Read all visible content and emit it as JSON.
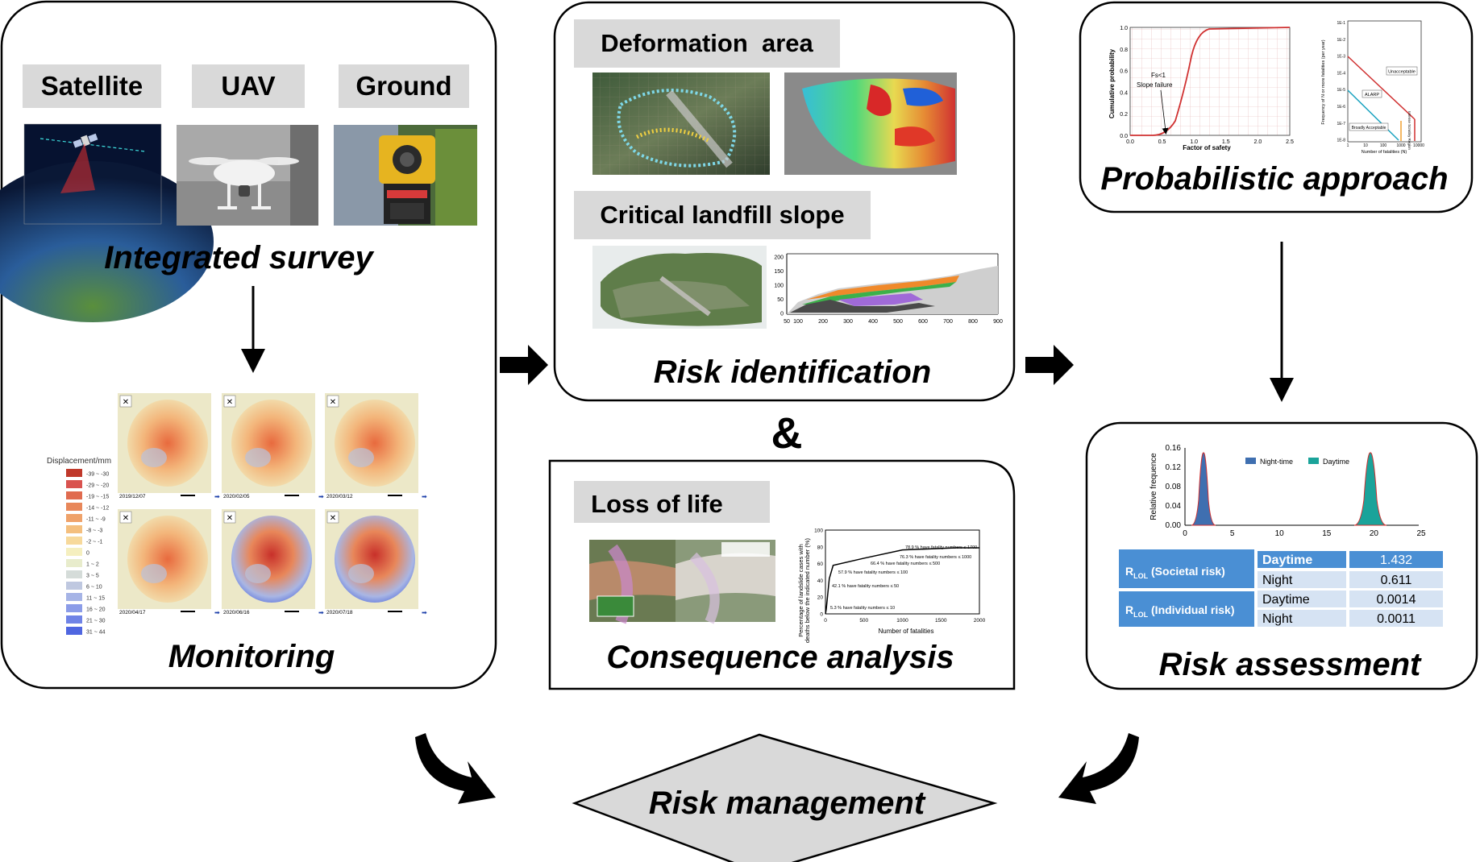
{
  "panels": {
    "integrated_survey": {
      "source_labels": [
        "Satellite",
        "UAV",
        "Ground"
      ],
      "title": "Integrated survey"
    },
    "monitoring": {
      "title": "Monitoring",
      "legend_title": "Displacement/mm",
      "legend_items": [
        "-39 ~ -30",
        "-29 ~ -20",
        "-19 ~ -15",
        "-14 ~ -12",
        "-11 ~ -9",
        "-8 ~ -3",
        "-2 ~ -1",
        "0",
        "1 ~ 2",
        "3 ~ 5",
        "6 ~ 10",
        "11 ~ 15",
        "16 ~ 20",
        "21 ~ 30",
        "31 ~ 44"
      ],
      "legend_colors": [
        "#c0392b",
        "#d9534f",
        "#e06b4f",
        "#e8875a",
        "#efa26a",
        "#f4bf7e",
        "#f7d99b",
        "#f5efbf",
        "#e8eccc",
        "#d5dcd9",
        "#bfc8e0",
        "#a6b4e6",
        "#8b9ce8",
        "#6f83e6",
        "#4f66e0"
      ],
      "map_dates": [
        "2019/12/07",
        "2020/02/05",
        "2020/03/12",
        "2020/04/17",
        "2020/06/16",
        "2020/07/18"
      ]
    },
    "risk_identification": {
      "title": "Risk identification",
      "deformation_label": "Deformation  area",
      "slope_label": "Critical landfill slope",
      "profile_y_ticks": [
        "200",
        "150",
        "100",
        "50",
        "0"
      ],
      "profile_x_ticks": [
        "50",
        "100",
        "200",
        "300",
        "400",
        "500",
        "600",
        "700",
        "800",
        "900"
      ]
    },
    "consequence": {
      "title": "Consequence analysis",
      "loss_label": "Loss of life",
      "chart_ylabel_line1": "Percentage of landslide cases with",
      "chart_ylabel_line2": "deaths below the indicated number (%)",
      "chart_xlabel": "Number of fatalities",
      "chart_y_ticks": [
        "100",
        "80",
        "60",
        "40",
        "20",
        "0"
      ],
      "chart_x_ticks": [
        "0",
        "500",
        "1000",
        "1500",
        "2000"
      ],
      "annotations": [
        "78.9 % have fatality numbers ≤ 1700",
        "76.3 % have fatality numbers ≤ 1000",
        "66.4 % have fatality numbers ≤ 500",
        "57.9 % have fatality numbers ≤ 100",
        "42.1 % have fatality numbers ≤ 50",
        "5.3 % have fatality numbers ≤ 10"
      ]
    },
    "probabilistic": {
      "title": "Probabilistic approach",
      "cdf_ylabel": "Cumulative probability",
      "cdf_xlabel": "Factor of safety",
      "cdf_y_ticks": [
        "1.0",
        "0.8",
        "0.6",
        "0.4",
        "0.2",
        "0.0"
      ],
      "cdf_x_ticks": [
        "0.0",
        "0.5",
        "1.0",
        "1.5",
        "2.0",
        "2.5"
      ],
      "cdf_annotation_1": "Fs<1",
      "cdf_annotation_2": "Slope failure",
      "fn_ylabel": "Frequency of N or more fatalities (per year)",
      "fn_xlabel": "Number of fatalities (N)",
      "fn_y_ticks": [
        "1E-1",
        "1E-2",
        "1E-3",
        "1E-4",
        "1E-5",
        "1E-6",
        "1E-7",
        "1E-8"
      ],
      "fn_x_ticks": [
        "1",
        "10",
        "100",
        "1000",
        "10000"
      ],
      "fn_region_unacceptable": "Unacceptable",
      "fn_region_alarp": "ALARP",
      "fn_region_broadly": "Broadly Acceptable",
      "fn_region_intense": "Intense Scrutiny Region"
    },
    "risk_assessment": {
      "title": "Risk assessment",
      "hist_ylabel": "Relative frequence",
      "hist_y_ticks": [
        "0.16",
        "0.12",
        "0.08",
        "0.04",
        "0.00"
      ],
      "hist_x_ticks": [
        "0",
        "5",
        "10",
        "15",
        "20",
        "25"
      ],
      "legend_night": "Night-time",
      "legend_day": "Daytime",
      "table": {
        "societal_label": "R",
        "societal_sub": "LOL",
        "societal_suffix": " (Societal risk)",
        "individual_label": "R",
        "individual_sub": "LOL",
        "individual_suffix": " (Individual risk)",
        "rows": [
          {
            "period": "Daytime",
            "value": "1.432"
          },
          {
            "period": "Night",
            "value": "0.611"
          },
          {
            "period": "Daytime",
            "value": "0.0014"
          },
          {
            "period": "Night",
            "value": "0.0011"
          }
        ]
      }
    },
    "management": {
      "title": "Risk management",
      "ampersand": "&"
    }
  },
  "colors": {
    "label_bg": "#d9d9d9",
    "table_blue": "#4a8fd4",
    "table_light": "#d6e3f3",
    "night_series": "#3f6fb0",
    "day_series": "#1aa39a",
    "diamond_fill": "#d9d9d9",
    "cdf_curve": "#d03030"
  }
}
